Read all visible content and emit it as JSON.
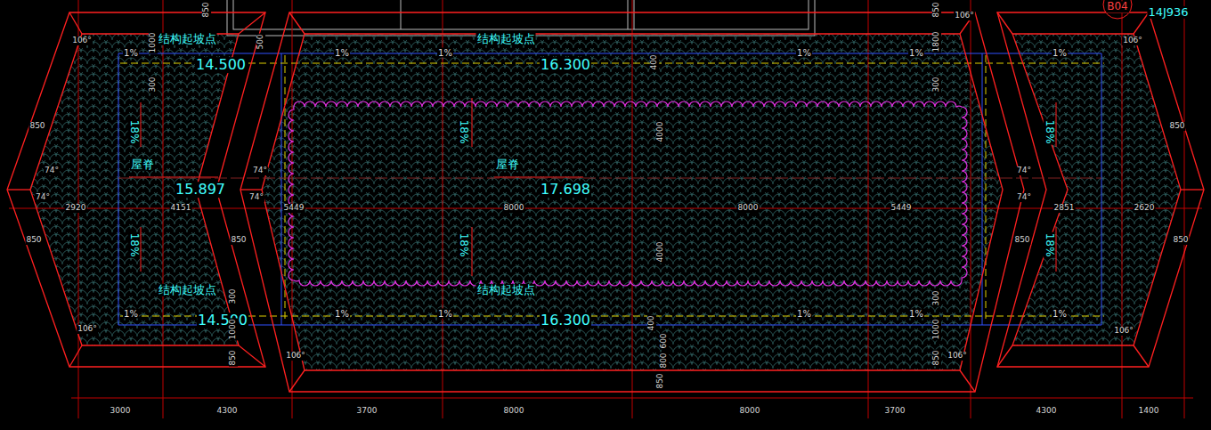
{
  "diagram": {
    "labels": [
      "B04",
      "14J936",
      "结构起坡点",
      "结构起坡点",
      "结构起坡点",
      "结构起坡点",
      "1%",
      "1%",
      "1%",
      "1%",
      "1%",
      "1%",
      "1%",
      "1%",
      "1%",
      "1%",
      "1%",
      "1%",
      "14.500",
      "16.300",
      "14.500",
      "16.300",
      "18%",
      "18%",
      "18%",
      "18%",
      "18%",
      "18%",
      "屋脊",
      "屋脊",
      "15.897",
      "17.698",
      "106°",
      "106°",
      "106°",
      "106°",
      "106°",
      "106°",
      "106°",
      "74°",
      "74°",
      "74°",
      "74°",
      "74°",
      "74°",
      "850",
      "500",
      "1000",
      "300",
      "850",
      "1800",
      "300",
      "400",
      "4000",
      "4000",
      "300",
      "1000",
      "850",
      "300",
      "1000",
      "850",
      "400",
      "600",
      "800",
      "850",
      "850",
      "850",
      "850",
      "850",
      "850",
      "850",
      "2920",
      "4151",
      "5449",
      "8000",
      "8000",
      "5449",
      "2851",
      "2620",
      "3000",
      "4300",
      "3700",
      "8000",
      "8000",
      "3700",
      "4300",
      "1400"
    ]
  }
}
